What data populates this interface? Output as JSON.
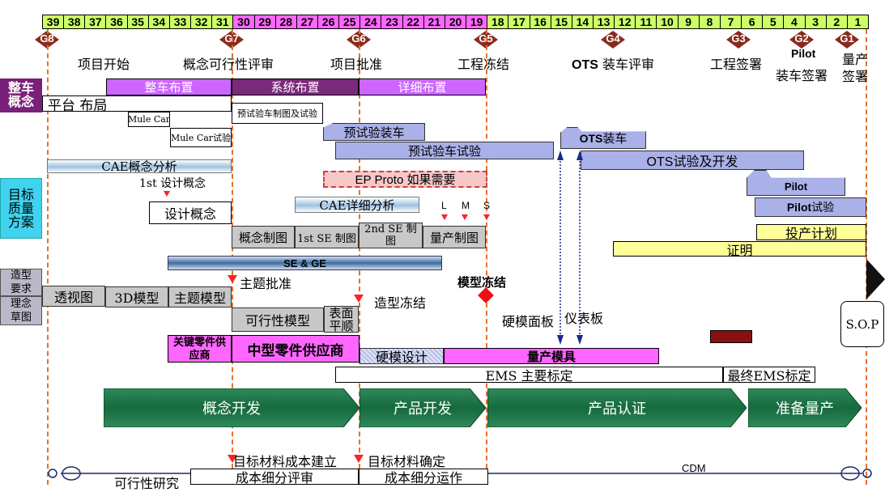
{
  "timeline": {
    "weeks": [
      "39",
      "38",
      "37",
      "36",
      "35",
      "34",
      "33",
      "32",
      "31",
      "30",
      "29",
      "28",
      "27",
      "26",
      "25",
      "24",
      "23",
      "22",
      "21",
      "20",
      "19",
      "18",
      "17",
      "16",
      "15",
      "14",
      "13",
      "12",
      "11",
      "10",
      "9",
      "8",
      "7",
      "6",
      "5",
      "4",
      "3",
      "2",
      "1"
    ],
    "colors": {
      "green": "#ccff66",
      "magenta": "#ff66ff",
      "header_border": "#000000"
    }
  },
  "gates": [
    "G8",
    "G7",
    "G6",
    "G5",
    "G4",
    "G3",
    "G2",
    "G1"
  ],
  "milestones": {
    "project_start": "项目开始",
    "concept_review": "概念可行性评审",
    "project_approval": "项目批准",
    "engineering_freeze": "工程冻结",
    "ots_review_ots": "OTS",
    "ots_review_rest": " 装车评审",
    "engineering_signoff": "工程签署",
    "pilot_title": "Pilot",
    "pilot_signoff": "装车签署",
    "mass_prod_1": "量产",
    "mass_prod_2": "签署"
  },
  "left_labels": {
    "vehicle_concept": "整车\n概念",
    "target_quality": "目标\n质量\n方案",
    "styling_req": "造型\n要求",
    "concept_sketch": "理念\n草图"
  },
  "bars": {
    "vehicle_layout": "整车布置",
    "system_layout": "系统布置",
    "detail_layout": "详细布置",
    "platform_layout": "平台 布局",
    "mule_car": "Mule Car",
    "mule_car_test": "Mule Car试验",
    "proto_build_test": "预试验车制图及试验",
    "proto_assembly": "预试验装车",
    "proto_test": "预试验车试验",
    "ots_build_ots": "OTS",
    "ots_build_rest": "装车",
    "ots_test": "OTS试验及开发",
    "cae_concept": "CAE概念分析",
    "design_concept_1st": "1st 设计概念",
    "design_concept": "设计概念",
    "ep_proto": "EP Proto 如果需要",
    "cae_detail": "CAE详细分析",
    "pilot": "Pilot",
    "pilot_test_pilot": "Pilot",
    "pilot_test_rest": " 试验",
    "concept_drawing": "概念制图",
    "first_se_drawing": "1st SE 制图",
    "second_se_drawing": "2nd SE 制图",
    "production_drawing": "量产制图",
    "production_plan": "投产计划",
    "proof": "证明",
    "se_ge": "SE & GE",
    "perspective": "透视图",
    "model_3d": "3D模型",
    "theme_model": "主题模型",
    "theme_approval": "主题批准",
    "feasibility_model": "可行性模型",
    "surface_smooth": "表面\n平顺",
    "styling_freeze": "造型冻结",
    "model_freeze": "模型冻结",
    "hard_panel": "硬模面板",
    "instrument_panel": "仪表板",
    "sop": "S.O.P",
    "key_supplier": "关键零件供\n应商",
    "mid_supplier": "中型零件供应商",
    "hard_die_design": "硬模设计",
    "production_die": "量产模具",
    "ems_main": "EMS 主要标定",
    "ems_final": "最终EMS标定",
    "lms_l": "L",
    "lms_m": "M",
    "lms_s": "S"
  },
  "phases": [
    "概念开发",
    "产品开发",
    "产品认证",
    "准备量产"
  ],
  "bottom": {
    "target_cost_set": "目标材料成本建立",
    "target_cost_confirm": "目标材料确定",
    "feasibility_study": "可行性研究",
    "cost_breakdown_review": "成本细分评审",
    "cost_breakdown_run": "成本细分运作",
    "cdm": "CDM"
  }
}
